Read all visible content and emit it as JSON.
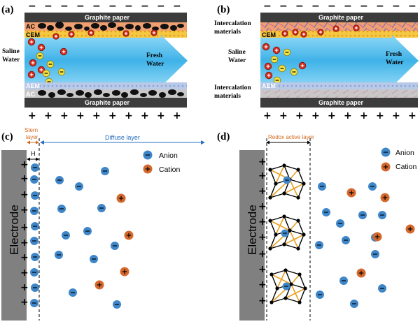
{
  "panels": {
    "a": "(a)",
    "b": "(b)",
    "c": "(c)",
    "d": "(d)"
  },
  "panel_a": {
    "top_plate": "Graphite paper",
    "bottom_plate": "Graphite paper",
    "ac_top": "AC",
    "cem": "CEM",
    "aem": "AEM",
    "ac_bottom": "AC",
    "inlet": "Saline Water",
    "outlet": "Fresh Water"
  },
  "panel_b": {
    "top_plate": "Graphite paper",
    "bottom_plate": "Graphite paper",
    "intercalation_top": "Intercalation materials",
    "cem": "CEM",
    "aem": "AEM",
    "intercalation_bottom": "Intercalation materials",
    "inlet": "Saline Water",
    "outlet": "Fresh Water"
  },
  "panel_c": {
    "stern": "Stern layer",
    "h": "H",
    "diffuse": "Diffuse layer",
    "electrode": "Electrode",
    "legend_anion": "Anion",
    "legend_cation": "Cation"
  },
  "panel_d": {
    "redox": "Redox active layer",
    "electrode": "Electrode",
    "legend_anion": "Anion",
    "legend_cation": "Cation"
  },
  "colors": {
    "anion": "#3f86c9",
    "cation": "#d5682c",
    "water": "#45b6ea",
    "graphite": "#3c3c3c",
    "electrode": "#808080"
  }
}
